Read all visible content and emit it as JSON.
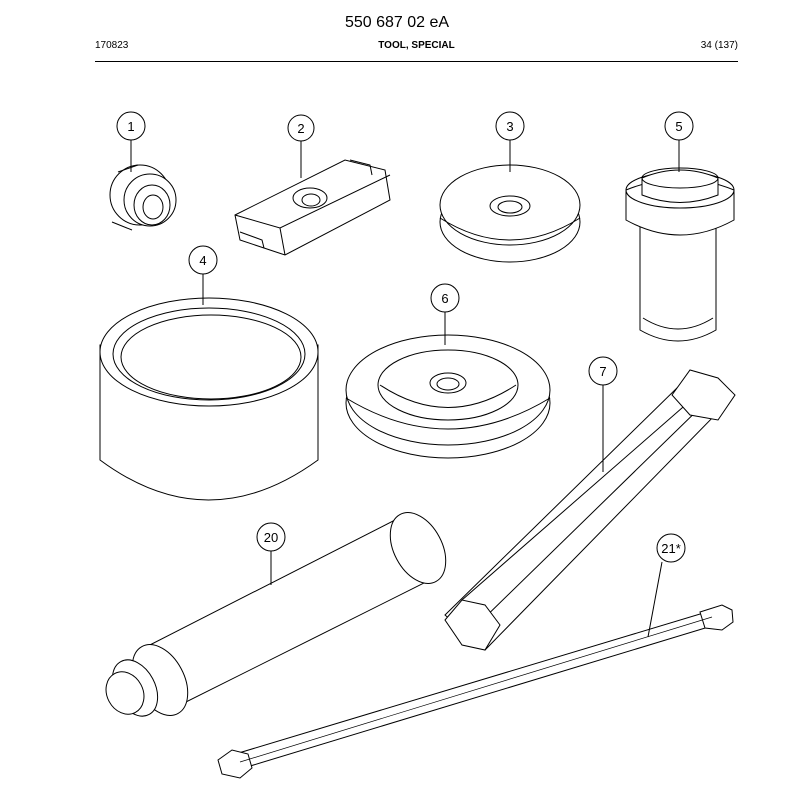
{
  "header": {
    "document_number": "550 687 02 eA",
    "date_code": "170823",
    "title": "TOOL, SPECIAL",
    "page": "34 (137)"
  },
  "callouts": {
    "c1": "1",
    "c2": "2",
    "c3": "3",
    "c4": "4",
    "c5": "5",
    "c6": "6",
    "c7": "7",
    "c20": "20",
    "c21": "21*"
  }
}
